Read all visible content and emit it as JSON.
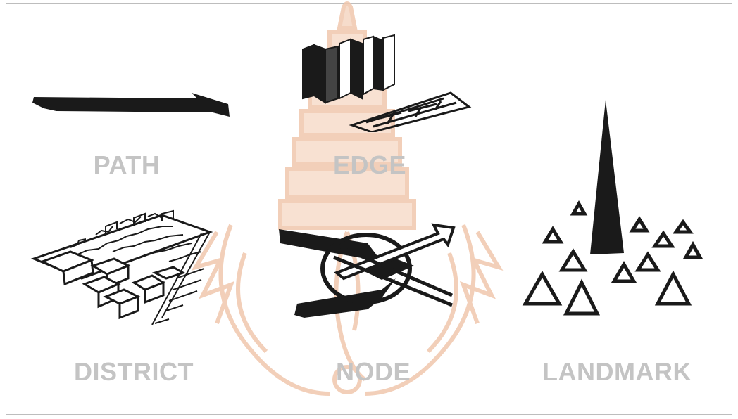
{
  "colors": {
    "ink": "#1a1a1a",
    "label": "#c4c4c4",
    "watermark": "#f0c7ad"
  },
  "elements": [
    {
      "key": "path",
      "label": "PATH"
    },
    {
      "key": "edge",
      "label": "EDGE"
    },
    {
      "key": "district",
      "label": "DISTRICT"
    },
    {
      "key": "node",
      "label": "NODE"
    },
    {
      "key": "landmark",
      "label": "LANDMARK"
    }
  ]
}
